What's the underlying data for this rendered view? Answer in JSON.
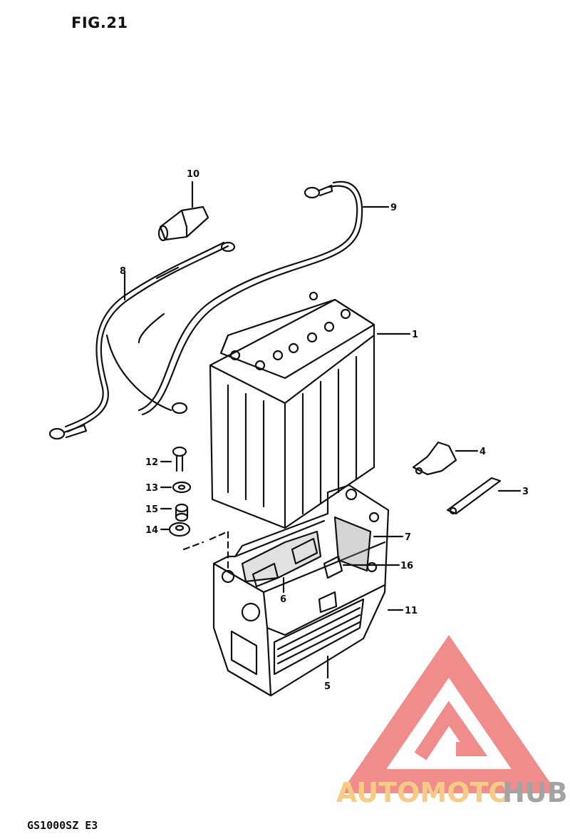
{
  "figure": {
    "title": "FIG.21",
    "model_code": "GS1000SZ E3",
    "callouts": [
      {
        "id": "c1",
        "label": "1",
        "part": "battery"
      },
      {
        "id": "c3",
        "label": "3",
        "part": "battery-band"
      },
      {
        "id": "c4",
        "label": "4",
        "part": "cable-clamp"
      },
      {
        "id": "c5",
        "label": "5",
        "part": "battery-case-pad"
      },
      {
        "id": "c6",
        "label": "6",
        "part": "cushion"
      },
      {
        "id": "c7",
        "label": "7",
        "part": "side-cushion"
      },
      {
        "id": "c8",
        "label": "8",
        "part": "negative-cable"
      },
      {
        "id": "c9",
        "label": "9",
        "part": "positive-cable"
      },
      {
        "id": "c10",
        "label": "10",
        "part": "terminal-cover"
      },
      {
        "id": "c11",
        "label": "11",
        "part": "battery-holder"
      },
      {
        "id": "c12",
        "label": "12",
        "part": "bolt"
      },
      {
        "id": "c13",
        "label": "13",
        "part": "washer"
      },
      {
        "id": "c14",
        "label": "14",
        "part": "cushion-grommet"
      },
      {
        "id": "c15",
        "label": "15",
        "part": "spacer"
      },
      {
        "id": "c16",
        "label": "16",
        "part": "rubber-pad"
      }
    ]
  },
  "watermark": {
    "text_part1": "AUTOMOTO",
    "text_part2": "HUB",
    "color_primary": "#f08080",
    "color_secondary": "#f5c67a",
    "color_dark": "#9a9a9a"
  }
}
